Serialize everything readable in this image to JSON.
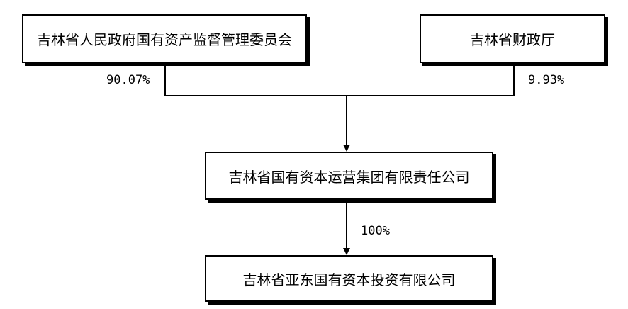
{
  "shareholders": [
    {
      "name": "吉林省人民政府国有资产监督管理委员会",
      "share": "90.07%"
    },
    {
      "name": "吉林省财政厅",
      "share": "9.93%"
    }
  ],
  "parent": {
    "name": "吉林省国有资本运营集团有限责任公司",
    "share": "100%"
  },
  "subsidiary": {
    "name": "吉林省亚东国有资本投资有限公司"
  }
}
